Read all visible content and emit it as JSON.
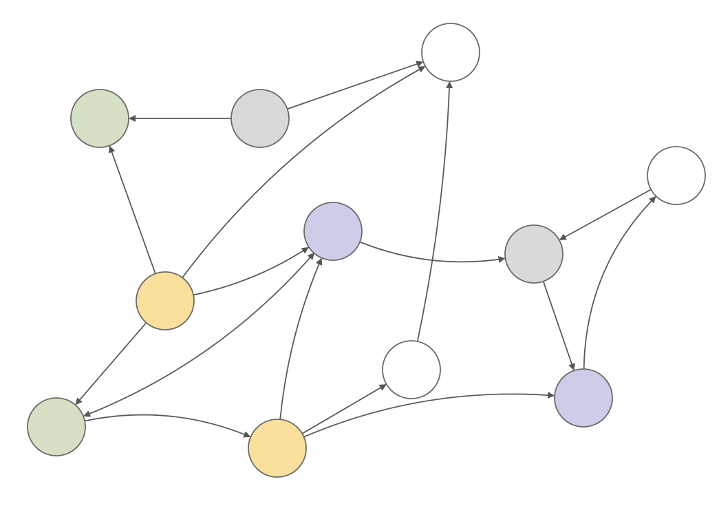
{
  "colors": {
    "green": "#d6e0c4",
    "gray": "#d9d9da",
    "white": "#ffffff",
    "purple": "#cdcdea",
    "yellow": "#fadf9d",
    "stroke": "#6a6a6a",
    "edge": "#5a5a5a"
  },
  "nodes": [
    {
      "id": "A",
      "color": "green"
    },
    {
      "id": "B",
      "color": "gray"
    },
    {
      "id": "C",
      "color": "white"
    },
    {
      "id": "D",
      "color": "white"
    },
    {
      "id": "E",
      "color": "purple"
    },
    {
      "id": "F",
      "color": "gray"
    },
    {
      "id": "G",
      "color": "yellow"
    },
    {
      "id": "H",
      "color": "white"
    },
    {
      "id": "I",
      "color": "purple"
    },
    {
      "id": "J",
      "color": "green"
    },
    {
      "id": "K",
      "color": "yellow"
    }
  ],
  "edges": [
    {
      "from": "B",
      "to": "A"
    },
    {
      "from": "B",
      "to": "C"
    },
    {
      "from": "G",
      "to": "A"
    },
    {
      "from": "G",
      "to": "C"
    },
    {
      "from": "G",
      "to": "E"
    },
    {
      "from": "G",
      "to": "J"
    },
    {
      "from": "E",
      "to": "J",
      "both": true
    },
    {
      "from": "K",
      "to": "E"
    },
    {
      "from": "E",
      "to": "F"
    },
    {
      "from": "D",
      "to": "F"
    },
    {
      "from": "F",
      "to": "I"
    },
    {
      "from": "I",
      "to": "D"
    },
    {
      "from": "H",
      "to": "C"
    },
    {
      "from": "K",
      "to": "H"
    },
    {
      "from": "K",
      "to": "I"
    },
    {
      "from": "J",
      "to": "K"
    }
  ]
}
